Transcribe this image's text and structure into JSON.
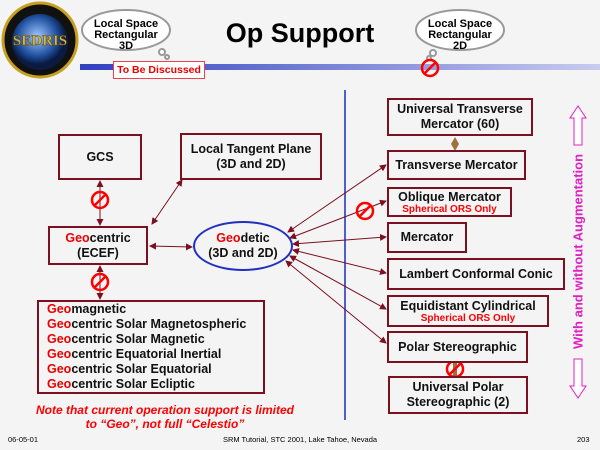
{
  "header": {
    "title": "Op Support",
    "logo_text": "SEDRIS",
    "cloud_left": [
      "Local Space",
      "Rectangular",
      "3D"
    ],
    "cloud_right": [
      "Local Space",
      "Rectangular",
      "2D"
    ],
    "badge": "To Be Discussed"
  },
  "left": {
    "gcs": "GCS",
    "ltp": [
      "Local Tangent Plane",
      "(3D and 2D)"
    ],
    "geocentric": {
      "prefix": "Geo",
      "rest": "centric",
      "line2": "(ECEF)"
    },
    "geodetic": {
      "prefix": "Geo",
      "rest": "detic",
      "line2": "(3D and 2D)"
    },
    "list": [
      {
        "prefix": "Geo",
        "rest": "magnetic"
      },
      {
        "prefix": "Geo",
        "rest": "centric Solar Magnetospheric"
      },
      {
        "prefix": "Geo",
        "rest": "centric Solar Magnetic"
      },
      {
        "prefix": "Geo",
        "rest": "centric Equatorial Inertial"
      },
      {
        "prefix": "Geo",
        "rest": "centric Solar Equatorial"
      },
      {
        "prefix": "Geo",
        "rest": "centric Solar Ecliptic"
      }
    ],
    "note": [
      "Note that current operation support is limited",
      "to “Geo”, not full “Celestio”"
    ]
  },
  "right": {
    "utm": [
      "Universal Transverse",
      "Mercator (60)"
    ],
    "tm": "Transverse Mercator",
    "oblique": "Oblique Mercator",
    "oblique_sub": "Spherical ORS Only",
    "mercator": "Mercator",
    "lambert": "Lambert Conformal Conic",
    "equidistant": "Equidistant Cylindrical",
    "equidistant_sub": "Spherical ORS Only",
    "polar": "Polar Stereographic",
    "ups": [
      "Universal Polar",
      "Stereographic (2)"
    ],
    "side_label": "With and without Augmentation"
  },
  "footer": {
    "date": "06-05-01",
    "center": "SRM Tutorial, STC 2001, Lake Tahoe, Nevada",
    "page": "203"
  },
  "colors": {
    "box_border": "#7a1020",
    "red": "#ff0000",
    "magenta": "#e020c0",
    "blue_rule": "#5060c8"
  }
}
